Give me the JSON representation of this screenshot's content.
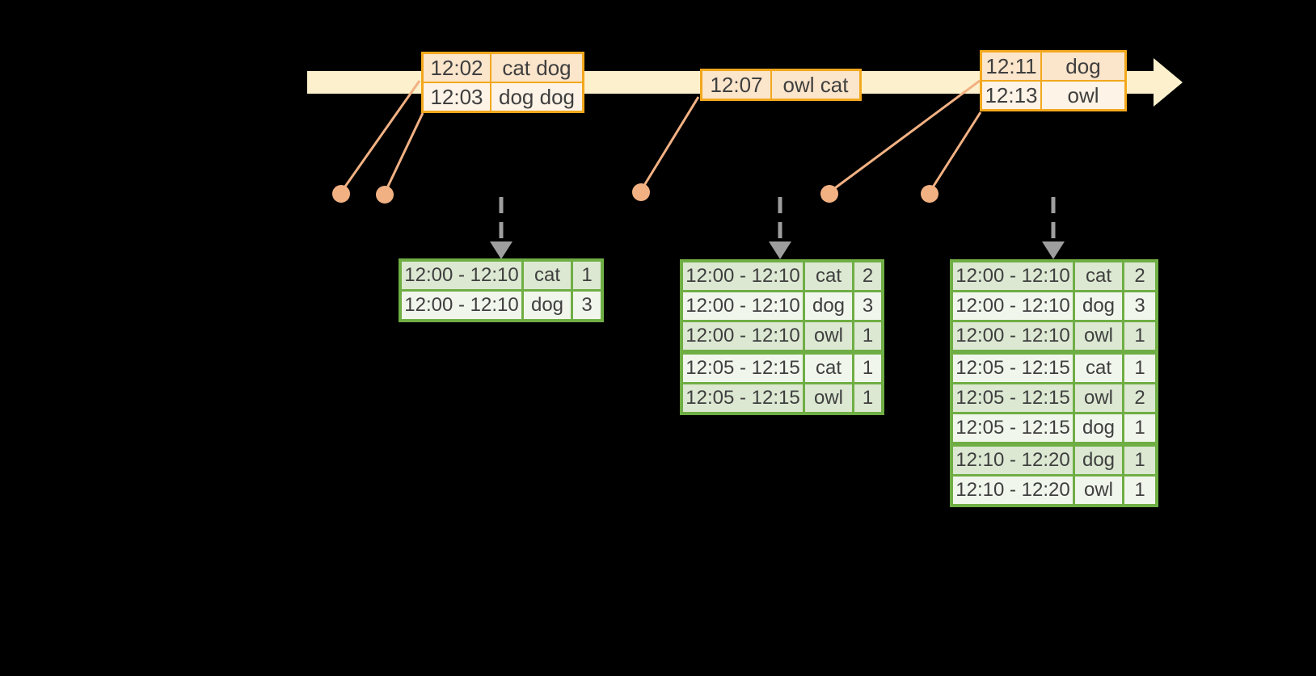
{
  "palette": {
    "background": "#000000",
    "timeline_band": "#FCF1CC",
    "orange_border": "#F2A81D",
    "peach_fill": "#FBE5CB",
    "cream_fill": "#FDF3E6",
    "salmon": "#F2B183",
    "gray_arrow": "#9E9E9E",
    "green_border": "#6FAE44",
    "green_cell_dark": "#DCE8D2",
    "green_cell_light": "#F1F6ED",
    "text": "#3F3F3F"
  },
  "icons": {
    "timeline_arrow": "right-arrow-band",
    "event_dot": "filled-circle",
    "trigger_arrow": "dashed-down-arrow"
  },
  "event_tables": [
    {
      "rows": [
        {
          "time": "12:02",
          "words": "cat dog"
        },
        {
          "time": "12:03",
          "words": "dog dog"
        }
      ]
    },
    {
      "rows": [
        {
          "time": "12:07",
          "words": "owl cat"
        }
      ]
    },
    {
      "rows": [
        {
          "time": "12:11",
          "words": "dog"
        },
        {
          "time": "12:13",
          "words": "owl"
        }
      ]
    }
  ],
  "result_tables": [
    {
      "rows": [
        {
          "window": "12:00 - 12:10",
          "word": "cat",
          "count": "1"
        },
        {
          "window": "12:00 - 12:10",
          "word": "dog",
          "count": "3"
        }
      ]
    },
    {
      "rows": [
        {
          "window": "12:00 - 12:10",
          "word": "cat",
          "count": "2"
        },
        {
          "window": "12:00 - 12:10",
          "word": "dog",
          "count": "3"
        },
        {
          "window": "12:00 - 12:10",
          "word": "owl",
          "count": "1"
        },
        {
          "window": "12:05 - 12:15",
          "word": "cat",
          "count": "1"
        },
        {
          "window": "12:05 - 12:15",
          "word": "owl",
          "count": "1"
        }
      ]
    },
    {
      "rows": [
        {
          "window": "12:00 - 12:10",
          "word": "cat",
          "count": "2"
        },
        {
          "window": "12:00 - 12:10",
          "word": "dog",
          "count": "3"
        },
        {
          "window": "12:00 - 12:10",
          "word": "owl",
          "count": "1"
        },
        {
          "window": "12:05 - 12:15",
          "word": "cat",
          "count": "1"
        },
        {
          "window": "12:05 - 12:15",
          "word": "owl",
          "count": "2"
        },
        {
          "window": "12:05 - 12:15",
          "word": "dog",
          "count": "1"
        },
        {
          "window": "12:10 - 12:20",
          "word": "dog",
          "count": "1"
        },
        {
          "window": "12:10 - 12:20",
          "word": "owl",
          "count": "1"
        }
      ]
    }
  ]
}
